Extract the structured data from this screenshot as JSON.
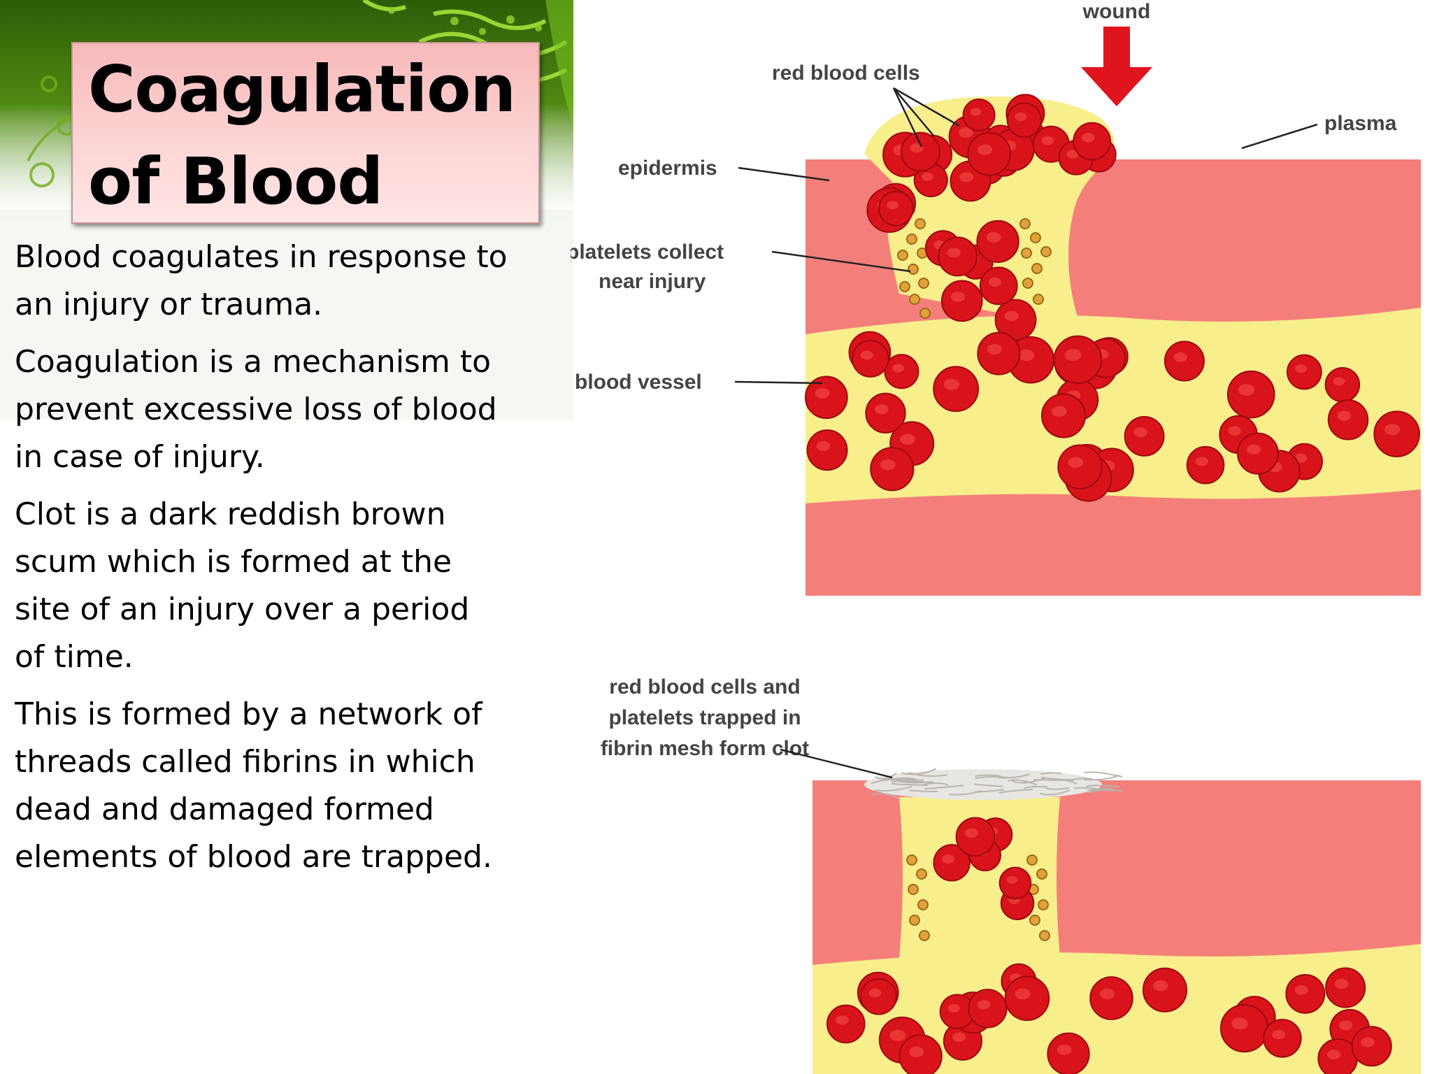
{
  "slide": {
    "title": "Coagulation of Blood",
    "bullets": [
      "Blood coagulates in response to an injury or trauma.",
      "Coagulation is a mechanism to prevent excessive loss of blood in case of injury.",
      "Clot is a dark reddish brown scum which is formed at the site of an injury over a period of time.",
      "This is formed by a network of threads called fibrins in which dead and damaged formed elements of blood are trapped."
    ]
  },
  "diagram": {
    "top": {
      "wound": "wound",
      "red_blood_cells": "red blood cells",
      "plasma": "plasma",
      "epidermis": "epidermis",
      "platelets_line1": "platelets collect",
      "platelets_line2": "near injury",
      "blood_vessel": "blood vessel"
    },
    "bottom": {
      "clot_line1": "red blood cells and",
      "clot_line2": "platelets trapped in",
      "clot_line3": "fibrin mesh form clot"
    }
  },
  "colors": {
    "tissue": "#f47f7a",
    "plasma": "#f8ee8c",
    "rbc": "#d9131a",
    "platelet": "#c98a2b",
    "title_box": "#fbc8c8",
    "arrow": "#e0141c"
  }
}
